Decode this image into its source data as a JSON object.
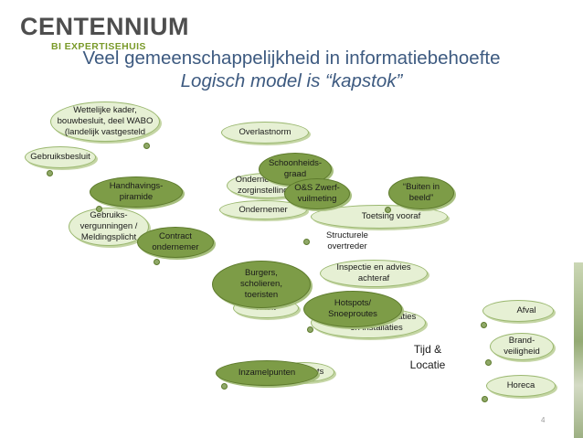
{
  "logo": {
    "main": "CENTENNIUM",
    "sub": "BI EXPERTISEHUIS"
  },
  "title": {
    "line1": "Veel gemeenschappelijkheid in informatiebehoefte",
    "line2": "Logisch model is “kapstok”"
  },
  "clouds": {
    "wettelijk": "Wettelijke kader,\nbouwbesluit, deel WABO\n(landelijk vastgesteld",
    "overlastnorm": "Overlastnorm",
    "gebruiksbesluit": "Gebruiksbesluit",
    "schoonheidsgraad": "Schoonheids-\ngraad",
    "handhavings": "Handhavings-\npiramide",
    "ondernemingen": "Ondernemingen,\nzorginstellingen",
    "os_zwerfvuil": "O&S Zwerf-\nvuilmeting",
    "buiten_in_beeld": "“Buiten in\nbeeld”",
    "ondernemer": "Ondernemer",
    "toetsing_vooraf": "Toetsing vooraf",
    "gebruiksvergunningen": "Gebruiks-\nvergunningen /\nMeldingsplicht",
    "contract": "Contract\nondernemer",
    "structurele": "Structurele\novertreder",
    "burgers": "Burgers,\nscholieren,\ntoeristen",
    "inspectie": "Inspectie en advies\nachteraf",
    "klant": "Klant",
    "hotspots": "Hotspots/\nSnoeproutes",
    "inrichtingen": "Inrichtingen, locaties\nen installaties",
    "afval": "Afval",
    "brandveiligheid": "Brand-\nveiligheid",
    "inzamelpunten": "Inzamelpunten",
    "hotspots_small": "ots",
    "horeca": "Horeca"
  },
  "tijd_locatie": "Tijd &\nLocatie",
  "page_number": "4",
  "colors": {
    "title": "#3d5a80",
    "logo_gray": "#4e4e4e",
    "logo_green": "#7a9a2a",
    "cloud_light": "#e6f0d4",
    "cloud_dark": "#7d9c47"
  }
}
